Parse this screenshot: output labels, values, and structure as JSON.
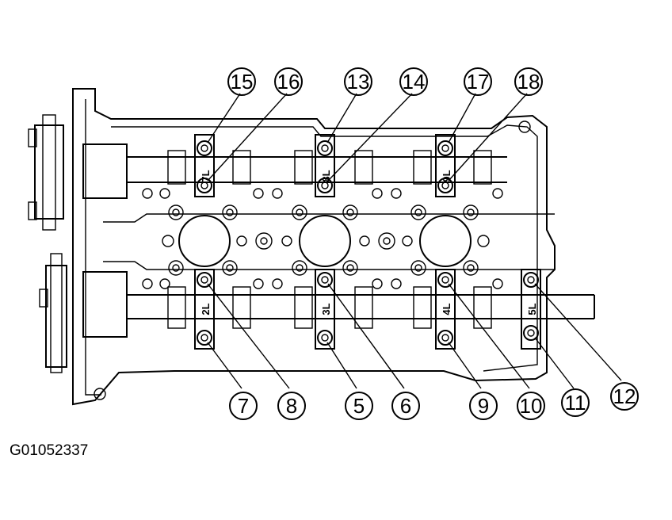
{
  "figure_code": "G01052337",
  "callouts": [
    {
      "label": "15",
      "pos": "top"
    },
    {
      "label": "16",
      "pos": "top"
    },
    {
      "label": "13",
      "pos": "top"
    },
    {
      "label": "14",
      "pos": "top"
    },
    {
      "label": "17",
      "pos": "top"
    },
    {
      "label": "18",
      "pos": "top"
    },
    {
      "label": "7",
      "pos": "bottom"
    },
    {
      "label": "8",
      "pos": "bottom"
    },
    {
      "label": "5",
      "pos": "bottom"
    },
    {
      "label": "6",
      "pos": "bottom"
    },
    {
      "label": "9",
      "pos": "bottom"
    },
    {
      "label": "10",
      "pos": "bottom"
    },
    {
      "label": "11",
      "pos": "bottom"
    },
    {
      "label": "12",
      "pos": "bottom"
    }
  ],
  "caps": [
    "7L",
    "8L",
    "9L",
    "2L",
    "3L",
    "4L",
    "5L"
  ]
}
